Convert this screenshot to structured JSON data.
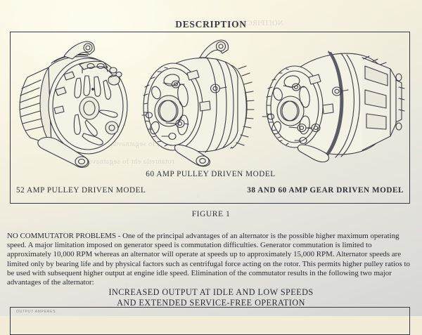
{
  "document": {
    "heading": "DESCRIPTION",
    "figure_number": "FIGURE 1"
  },
  "figure": {
    "captions": {
      "center": "60 AMP PULLEY DRIVEN MODEL",
      "left": "52 AMP PULLEY DRIVEN MODEL",
      "right": "38 AND 60 AMP GEAR DRIVEN MODEL"
    },
    "illustrations": [
      {
        "name": "alternator-52-amp-pulley-driven",
        "label": "52 AMP PULLEY DRIVEN MODEL"
      },
      {
        "name": "alternator-60-amp-pulley-driven",
        "label": "60 AMP PULLEY DRIVEN MODEL"
      },
      {
        "name": "alternator-38-and-60-amp-gear-driven",
        "label": "38 AND 60 AMP GEAR DRIVEN MODEL"
      }
    ]
  },
  "body": {
    "section_title": "NO COMMUTATOR PROBLEMS",
    "paragraph": "NO COMMUTATOR PROBLEMS - One of the principal advantages of an alternator is the possible higher maximum operating speed.  A major limitation imposed on generator speed is commutation difficulties. Generator commutation is limited to approximately 10,000 RPM whereas an alternator will operate at speeds up to approximately 15,000 RPM.  Alternator speeds are limited only by bearing life and by physical factors such as centrifugal force acting on the rotor.  This permits higher pulley ratios to be used with subsequent higher output at engine idle speed. Elimination of the commutator results in the following two major advantages of the alternator:"
  },
  "emphasis": {
    "line1": "INCREASED OUTPUT AT IDLE AND LOW SPEEDS",
    "line2": "AND EXTENDED SERVICE-FREE OPERATION"
  },
  "lower_figure": {
    "axis_label": "OUTPUT AMPERES"
  },
  "colors": {
    "paper": "#f4efdd",
    "ink": "#2c2c33",
    "rule": "#3a3a42"
  }
}
